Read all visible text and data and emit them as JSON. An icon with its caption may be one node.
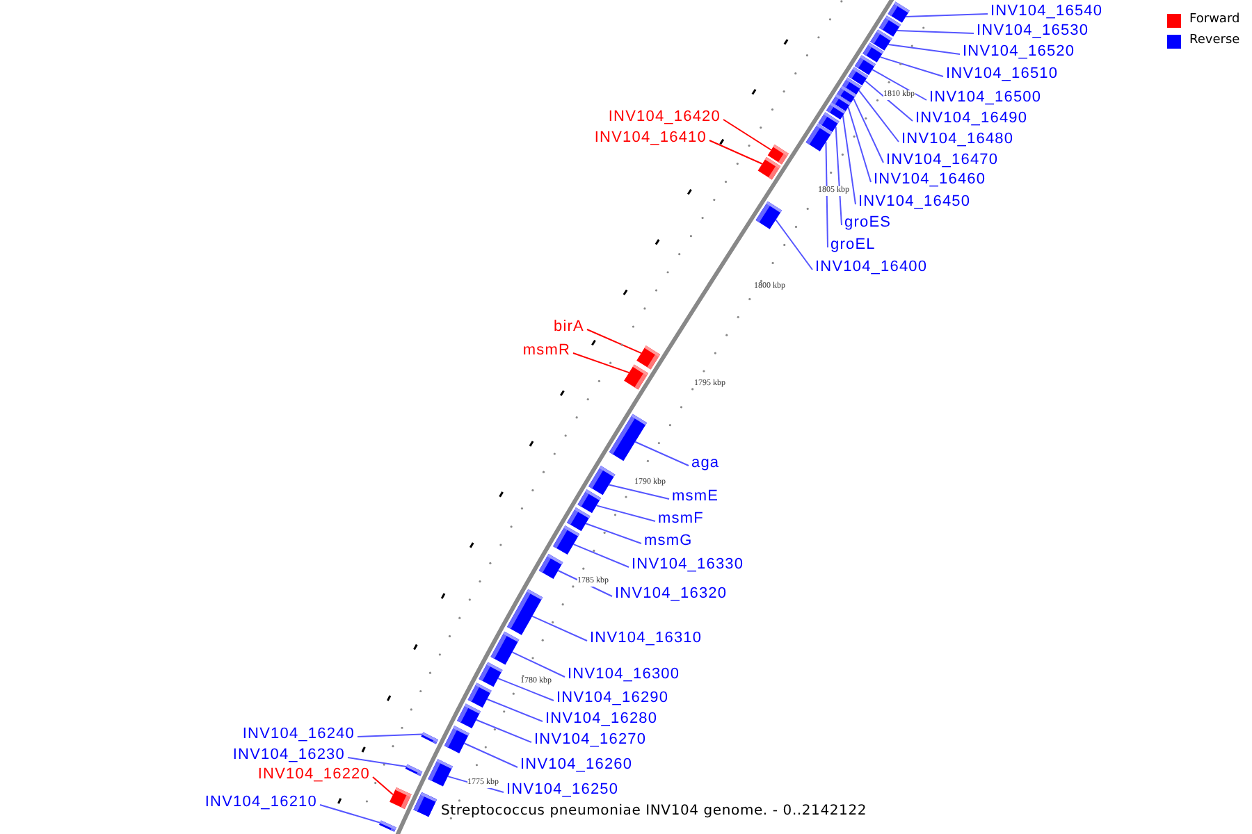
{
  "diagram": {
    "caption": "Streptococcus pneumoniae INV104 genome. - 0..2142122",
    "nodes": [
      {
        "text": [
          "INV104_16540"
        ]
      },
      {
        "text": [],
        "shape": "box"
      },
      {
        "text": [
          "INV104_16530"
        ]
      },
      {
        "text": [],
        "shape": "box"
      },
      {
        "text": [
          "INV104_16520"
        ]
      },
      {
        "text": [],
        "shape": "box"
      },
      {
        "text": [
          "INV104_16510"
        ]
      },
      {
        "text": [],
        "shape": "box"
      },
      {
        "text": [
          "INV104_16500"
        ]
      },
      {
        "text": [],
        "shape": "box"
      },
      {
        "text": [
          "INV104_16490"
        ]
      },
      {
        "text": [],
        "shape": "box"
      },
      {
        "text": [
          "INV104_16480"
        ]
      },
      {
        "text": [],
        "shape": "box"
      },
      {
        "text": [
          "INV104_16470"
        ]
      },
      {
        "text": [],
        "shape": "box"
      },
      {
        "text": [
          "INV104_16460"
        ]
      },
      {
        "text": [],
        "shape": "box"
      },
      {
        "text": [
          "INV104_16450"
        ]
      },
      {
        "text": [],
        "shape": "box"
      },
      {
        "text": [
          "groES"
        ]
      },
      {
        "text": [],
        "shape": "box"
      },
      {
        "text": [
          "groEL"
        ]
      },
      {
        "text": [],
        "shape": "box"
      },
      {
        "text": [
          "INV104_16420"
        ]
      },
      {
        "text": [],
        "shape": "box"
      },
      {
        "text": [
          "INV104_16410"
        ]
      },
      {
        "text": [],
        "shape": "box"
      },
      {
        "text": [
          "INV104_16400"
        ]
      },
      {
        "text": [],
        "shape": "box"
      },
      {
        "text": [
          "birA"
        ]
      },
      {
        "text": [],
        "shape": "box"
      },
      {
        "text": [
          "msmR"
        ]
      },
      {
        "text": [],
        "shape": "box"
      },
      {
        "text": [
          "aga"
        ]
      },
      {
        "text": [],
        "shape": "box"
      },
      {
        "text": [
          "msmE"
        ]
      },
      {
        "text": [],
        "shape": "box"
      },
      {
        "text": [
          "msmF"
        ]
      },
      {
        "text": [],
        "shape": "box"
      },
      {
        "text": [
          "msmG"
        ]
      },
      {
        "text": [],
        "shape": "box"
      },
      {
        "text": [
          "INV104_16330"
        ]
      },
      {
        "text": [],
        "shape": "box"
      },
      {
        "text": [
          "INV104_16320"
        ]
      },
      {
        "text": [],
        "shape": "box"
      },
      {
        "text": [
          "INV104_16310"
        ]
      },
      {
        "text": [],
        "shape": "box"
      },
      {
        "text": [
          "INV104_16300"
        ]
      },
      {
        "text": [],
        "shape": "box"
      },
      {
        "text": [
          "INV104_16290"
        ]
      },
      {
        "text": [],
        "shape": "box"
      },
      {
        "text": [
          "INV104_16280"
        ]
      },
      {
        "text": [],
        "shape": "box"
      },
      {
        "text": [
          "INV104_16270"
        ]
      },
      {
        "text": [],
        "shape": "box"
      },
      {
        "text": [
          "INV104_16260"
        ]
      },
      {
        "text": [],
        "shape": "box"
      },
      {
        "text": [
          "INV104_16250"
        ]
      },
      {
        "text": [],
        "shape": "box"
      },
      {
        "text": [
          "INV104_16240"
        ]
      },
      {
        "text": [],
        "shape": "box"
      },
      {
        "text": [
          "INV104_16230"
        ]
      },
      {
        "text": [],
        "shape": "box"
      },
      {
        "text": [
          "INV104_16220"
        ]
      },
      {
        "text": [],
        "shape": "box"
      },
      {
        "text": [
          "INV104_16210"
        ]
      },
      {
        "text": [],
        "shape": "box"
      },
      {
        "text": [],
        "shape": "box"
      },
      {
        "text": [],
        "shape": "box"
      }
    ],
    "edges": [
      {
        "from": 0,
        "to": 1,
        "arrow": "none"
      },
      {
        "from": 2,
        "to": 3,
        "arrow": "none"
      },
      {
        "from": 4,
        "to": 5,
        "arrow": "none"
      },
      {
        "from": 6,
        "to": 7,
        "arrow": "none"
      },
      {
        "from": 8,
        "to": 9,
        "arrow": "none"
      },
      {
        "from": 10,
        "to": 11,
        "arrow": "none"
      },
      {
        "from": 12,
        "to": 13,
        "arrow": "none"
      },
      {
        "from": 14,
        "to": 15,
        "arrow": "none"
      },
      {
        "from": 16,
        "to": 17,
        "arrow": "none"
      },
      {
        "from": 18,
        "to": 19,
        "arrow": "none"
      },
      {
        "from": 20,
        "to": 21,
        "arrow": "none"
      },
      {
        "from": 22,
        "to": 23,
        "arrow": "none"
      },
      {
        "from": 24,
        "to": 25,
        "arrow": "none",
        "color": "#ff0000"
      },
      {
        "from": 26,
        "to": 27,
        "arrow": "none",
        "color": "#ff0000"
      },
      {
        "from": 28,
        "to": 29,
        "arrow": "none"
      },
      {
        "from": 30,
        "to": 31,
        "arrow": "none",
        "color": "#ff0000"
      },
      {
        "from": 32,
        "to": 33,
        "arrow": "none",
        "color": "#ff0000"
      },
      {
        "from": 34,
        "to": 35,
        "arrow": "none"
      },
      {
        "from": 36,
        "to": 37,
        "arrow": "none"
      },
      {
        "from": 38,
        "to": 39,
        "arrow": "none"
      },
      {
        "from": 40,
        "to": 41,
        "arrow": "none"
      },
      {
        "from": 42,
        "to": 43,
        "arrow": "none"
      },
      {
        "from": 44,
        "to": 45,
        "arrow": "none"
      },
      {
        "from": 46,
        "to": 47,
        "arrow": "none"
      },
      {
        "from": 48,
        "to": 49,
        "arrow": "none"
      },
      {
        "from": 50,
        "to": 51,
        "arrow": "none"
      },
      {
        "from": 52,
        "to": 53,
        "arrow": "none"
      },
      {
        "from": 54,
        "to": 55,
        "arrow": "none"
      },
      {
        "from": 56,
        "to": 57,
        "arrow": "none"
      },
      {
        "from": 58,
        "to": 59,
        "arrow": "none"
      },
      {
        "from": 60,
        "to": 61,
        "arrow": "none"
      },
      {
        "from": 62,
        "to": 63,
        "arrow": "none"
      },
      {
        "from": 64,
        "to": 65,
        "arrow": "none",
        "color": "#ff0000"
      },
      {
        "from": 66,
        "to": 67,
        "arrow": "none"
      }
    ],
    "labels": [
      "1810 kbp",
      "1805 kbp",
      "1800 kbp",
      "1795 kbp",
      "1790 kbp",
      "1785 kbp",
      "1780 kbp",
      "1775 kbp"
    ],
    "legend": [
      {
        "text": "Forward",
        "color": "#ff0000"
      },
      {
        "text": "Reverse",
        "color": "#0000ff"
      }
    ]
  }
}
